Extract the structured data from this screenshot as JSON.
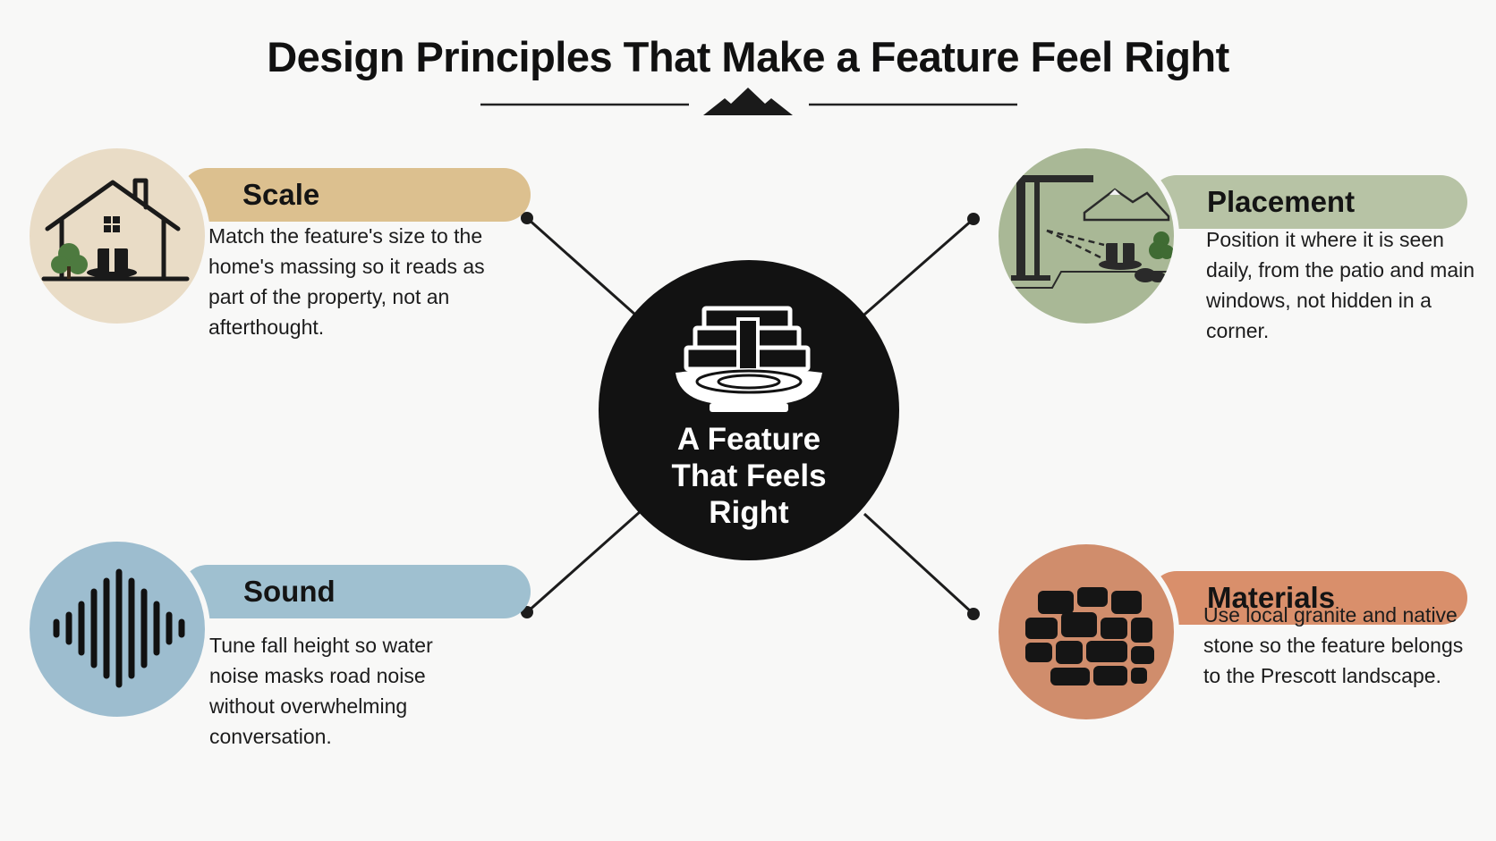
{
  "title": "Design Principles That Make a Feature Feel Right",
  "center": {
    "label": "A Feature\nThat Feels\nRight",
    "icon": "fountain-icon"
  },
  "colors": {
    "scale": "#dcc08f",
    "scale_badge": "#e9dcc6",
    "placement": "#b7c3a5",
    "placement_badge": "#a9b896",
    "sound": "#9fc0d0",
    "sound_badge": "#9dbdcf",
    "materials": "#d98f6b",
    "materials_badge": "#d08d6c",
    "center": "#121212"
  },
  "principles": {
    "scale": {
      "heading": "Scale",
      "icon": "house-with-fountain-icon",
      "text": "Match the feature's size to the home's massing so it reads as part of the property, not an afterthought."
    },
    "placement": {
      "heading": "Placement",
      "icon": "patio-view-icon",
      "text": "Position it where it is seen daily, from the patio and main windows, not hidden in a corner."
    },
    "sound": {
      "heading": "Sound",
      "icon": "sound-wave-icon",
      "text": "Tune fall height so water noise masks road noise without overwhelming conversation."
    },
    "materials": {
      "heading": "Materials",
      "icon": "stone-wall-icon",
      "text": "Use local granite and native stone so the feature belongs to the Prescott landscape."
    }
  }
}
